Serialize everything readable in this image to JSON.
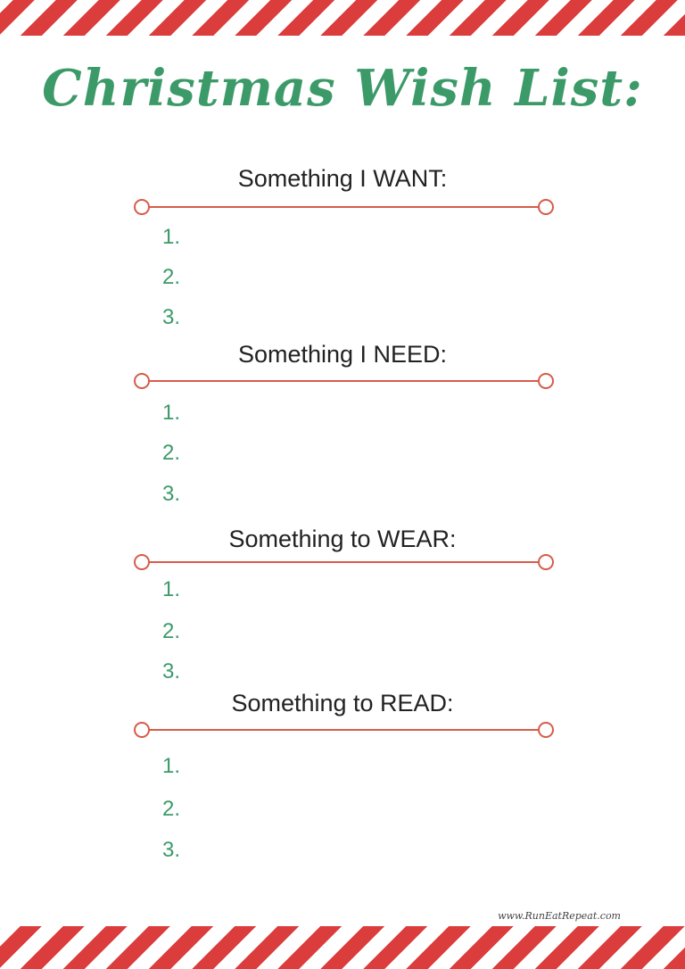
{
  "colors": {
    "stripe": "#db3c3c",
    "title": "#3c9a69",
    "divider": "#d65c4a",
    "numbers": "#3c9a69"
  },
  "title": "Christmas Wish List:",
  "sections": [
    {
      "heading": "Something I WANT:",
      "items": [
        "1.",
        "2.",
        "3."
      ]
    },
    {
      "heading": "Something I NEED:",
      "items": [
        "1.",
        "2.",
        "3."
      ]
    },
    {
      "heading": "Something to WEAR:",
      "items": [
        "1.",
        "2.",
        "3."
      ]
    },
    {
      "heading": "Something to READ:",
      "items": [
        "1.",
        "2.",
        "3."
      ]
    }
  ],
  "footer": "www.RunEatRepeat.com"
}
